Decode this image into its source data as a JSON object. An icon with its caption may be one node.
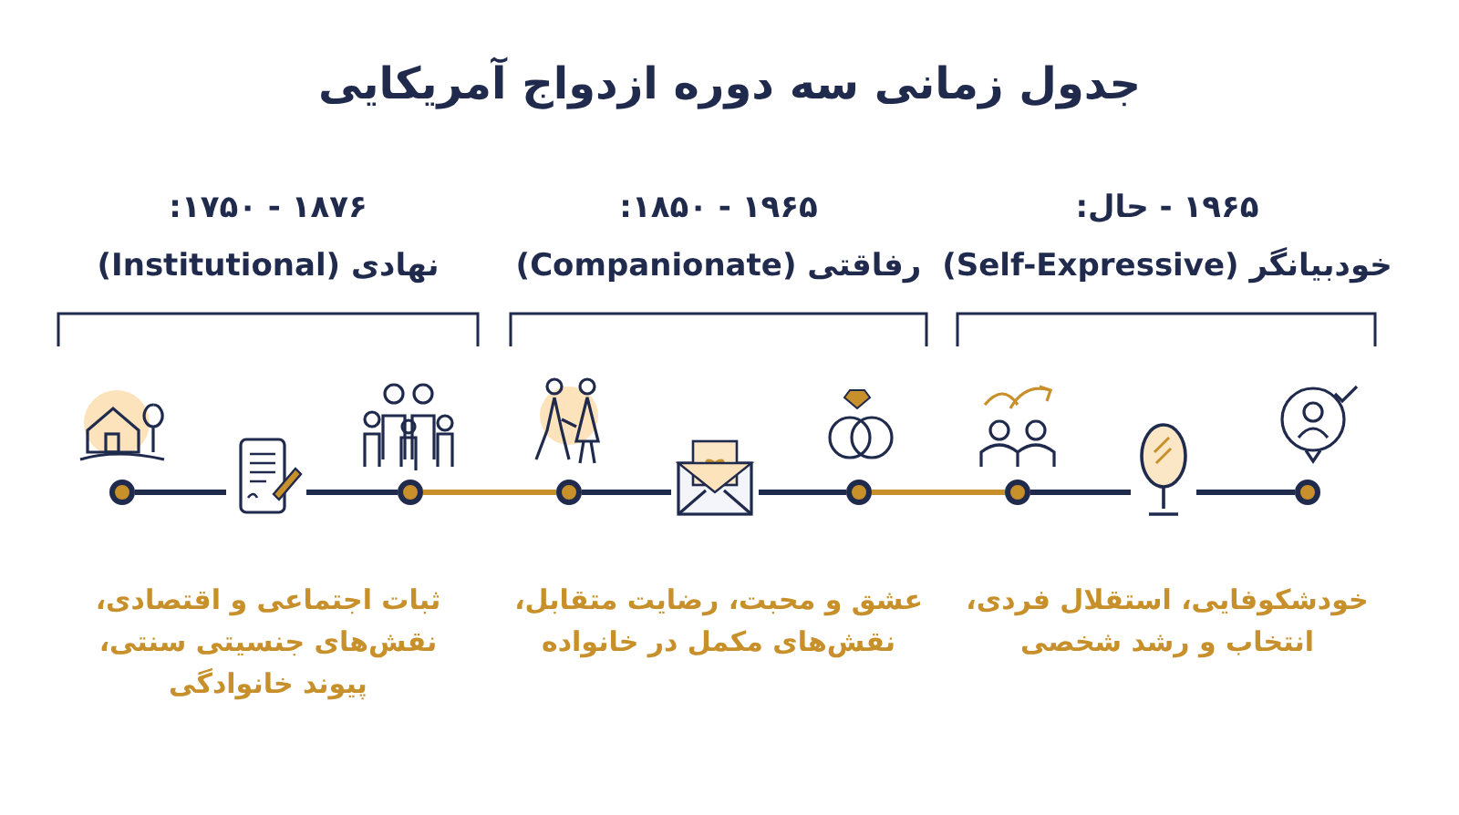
{
  "diagram": {
    "title": "جدول زمانی سه دوره ازدواج آمریکایی",
    "nodes": [
      {
        "text": [],
        "shape": "circle"
      },
      {
        "text": [],
        "shape": "picture"
      },
      {
        "text": [],
        "shape": "circle"
      },
      {
        "text": [],
        "shape": "circle"
      },
      {
        "text": [],
        "shape": "picture"
      },
      {
        "text": [],
        "shape": "circle"
      },
      {
        "text": [],
        "shape": "circle"
      },
      {
        "text": [],
        "shape": "picture"
      },
      {
        "text": [],
        "shape": "circle"
      }
    ],
    "edges": [
      {
        "from": 0,
        "to": 1,
        "arrow": "none"
      },
      {
        "from": 1,
        "to": 2,
        "arrow": "none"
      },
      {
        "from": 2,
        "to": 3,
        "arrow": "none",
        "color": "#c8902a"
      },
      {
        "from": 3,
        "to": 4,
        "arrow": "none"
      },
      {
        "from": 4,
        "to": 5,
        "arrow": "none"
      },
      {
        "from": 5,
        "to": 6,
        "arrow": "none",
        "color": "#c8902a"
      },
      {
        "from": 6,
        "to": 7,
        "arrow": "none"
      },
      {
        "from": 7,
        "to": 8,
        "arrow": "none"
      }
    ],
    "labels": [
      "۱۸۷۶ - ۱۷۵۰:",
      "نهادی (Institutional)",
      "۱۹۶۵ - ۱۸۵۰:",
      "رفاقتی (Companionate)",
      "۱۹۶۵ - حال:",
      "خودبیانگر (Self-Expressive)",
      "ثبات اجتماعی و اقتصادی، نقش‌های جنسیتی سنتی، پیوند خانوادگی",
      "عشق و محبت، رضایت متقابل، نقش‌های مکمل در خانواده",
      "خودشکوفایی، استقلال فردی، انتخاب و رشد شخصی"
    ]
  }
}
